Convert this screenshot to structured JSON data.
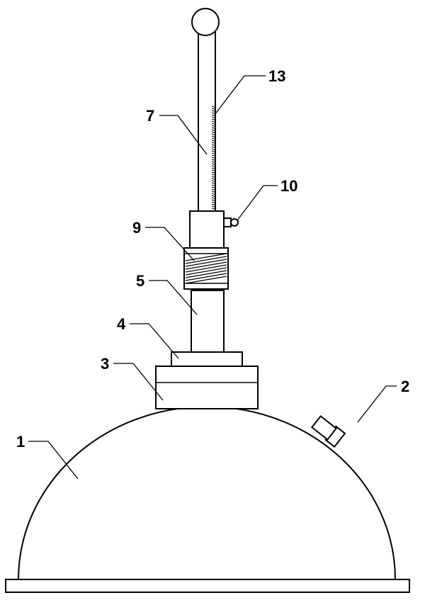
{
  "colors": {
    "line": "#000000",
    "background": "#ffffff"
  },
  "labels": {
    "l1": "1",
    "l2": "2",
    "l3": "3",
    "l4": "4",
    "l5": "5",
    "l7": "7",
    "l9": "9",
    "l10": "10",
    "l13": "13"
  }
}
